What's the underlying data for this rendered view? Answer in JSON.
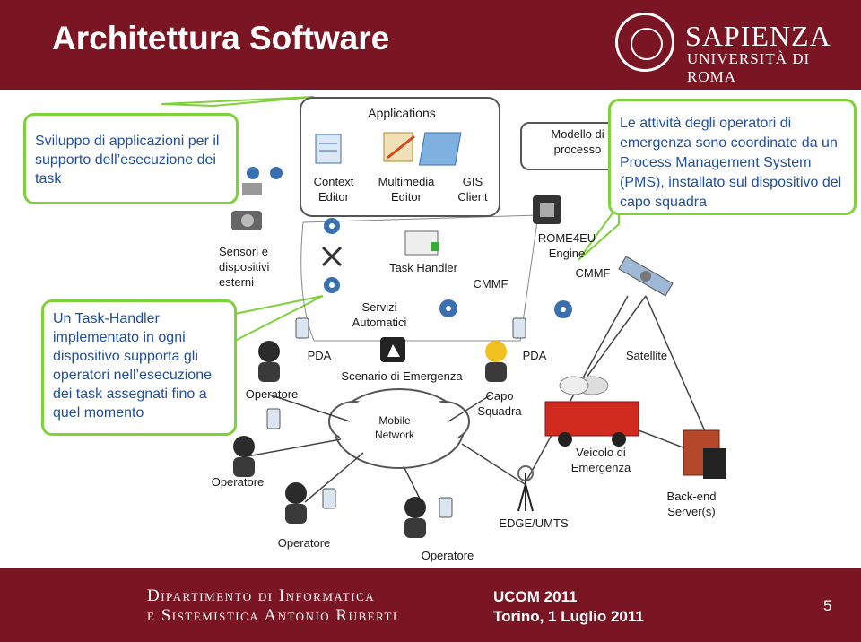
{
  "header": {
    "title": "Architettura Software"
  },
  "logo": {
    "name": "SAPIENZA",
    "subtitle": "UNIVERSITÀ DI ROMA"
  },
  "callouts": {
    "left_top": "Sviluppo di applicazioni per il supporto dell’esecuzione dei task",
    "left_mid": "Un Task-Handler implementato in ogni dispositivo supporta gli operatori nell’esecuzione dei task assegnati fino a quel momento",
    "right_top": "Le attività degli operatori di emergenza sono coordinate da un Process Management System (PMS), installato sul dispositivo del capo squadra"
  },
  "diagram": {
    "applications": "Applications",
    "context_editor": "Context Editor",
    "multimedia_editor": "Multimedia Editor",
    "gis_client": "GIS Client",
    "modello_processo": "Modello di processo",
    "sensori": "Sensori e dispositivi esterni",
    "task_handler": "Task Handler",
    "servizi": "Servizi Automatici",
    "cmmf_1": "CMMF",
    "rome4eu": "ROME4EU Engine",
    "cmmf_2": "CMMF",
    "pda_1": "PDA",
    "pda_2": "PDA",
    "satellite": "Satellite",
    "scenario": "Scenario di Emergenza",
    "operatore_1": "Operatore",
    "capo_squadra": "Capo Squadra",
    "mobile_network": "Mobile Network",
    "veicolo": "Veicolo di Emergenza",
    "backend": "Back-end Server(s)",
    "operatore_2": "Operatore",
    "operatore_3": "Operatore",
    "operatore_4": "Operatore",
    "edge_umts": "EDGE/UMTS"
  },
  "footer": {
    "dept_line1": "Dipartimento di Informatica",
    "dept_line2": "e Sistemistica Antonio Ruberti",
    "conf": "UCOM 2011",
    "date": "Torino, 1 Luglio 2011",
    "page": "5"
  },
  "colors": {
    "brand": "#7a1524",
    "callout_border": "#7fd13b",
    "callout_text": "#1f4e9e"
  }
}
